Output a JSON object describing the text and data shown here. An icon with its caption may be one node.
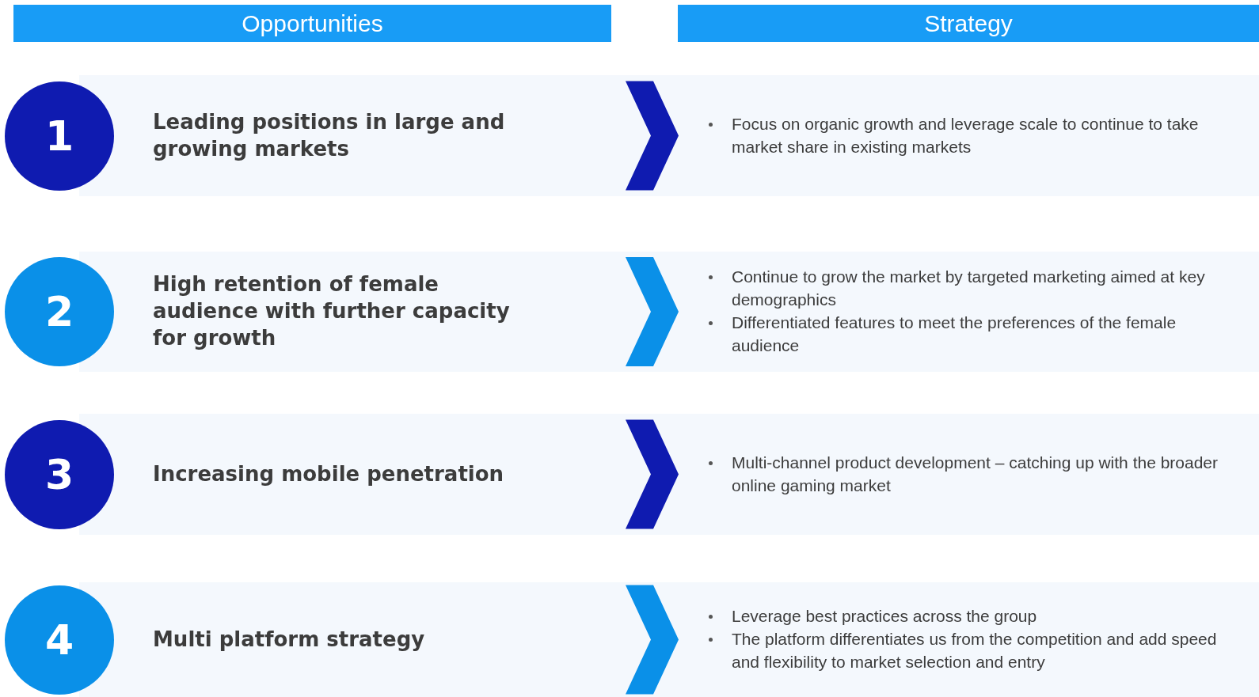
{
  "diagram": {
    "nodes": [
      {
        "text": [
          "Opportunities"
        ]
      },
      {
        "text": [
          "Strategy"
        ]
      },
      {
        "text": [
          "1"
        ]
      },
      {
        "text": [
          "Leading positions in large and growing markets"
        ]
      },
      {
        "text": [
          "Focus on organic growth and leverage scale to continue to take market share in existing markets"
        ]
      },
      {
        "text": [
          "2"
        ]
      },
      {
        "text": [
          "High retention of female audience with further capacity for growth"
        ]
      },
      {
        "text": [
          "Continue to grow the market by targeted marketing aimed at key demographics",
          "Differentiated features to meet the preferences of the female audience"
        ]
      },
      {
        "text": [
          "3"
        ]
      },
      {
        "text": [
          "Increasing mobile penetration"
        ]
      },
      {
        "text": [
          "Multi-channel product development – catching up with the broader online gaming market"
        ]
      },
      {
        "text": [
          "4"
        ]
      },
      {
        "text": [
          "Multi platform strategy"
        ]
      },
      {
        "text": [
          "Leverage best practices across the group",
          "The platform differentiates us from the competition and add speed and flexibility to market selection and entry"
        ]
      }
    ],
    "edges": [
      {
        "from": 3,
        "to": 4,
        "arrow": "to",
        "color": "#0f1bb0"
      },
      {
        "from": 6,
        "to": 7,
        "arrow": "to",
        "color": "#0a90e8"
      },
      {
        "from": 9,
        "to": 10,
        "arrow": "to",
        "color": "#0f1bb0"
      },
      {
        "from": 12,
        "to": 13,
        "arrow": "to",
        "color": "#0a90e8"
      }
    ]
  }
}
